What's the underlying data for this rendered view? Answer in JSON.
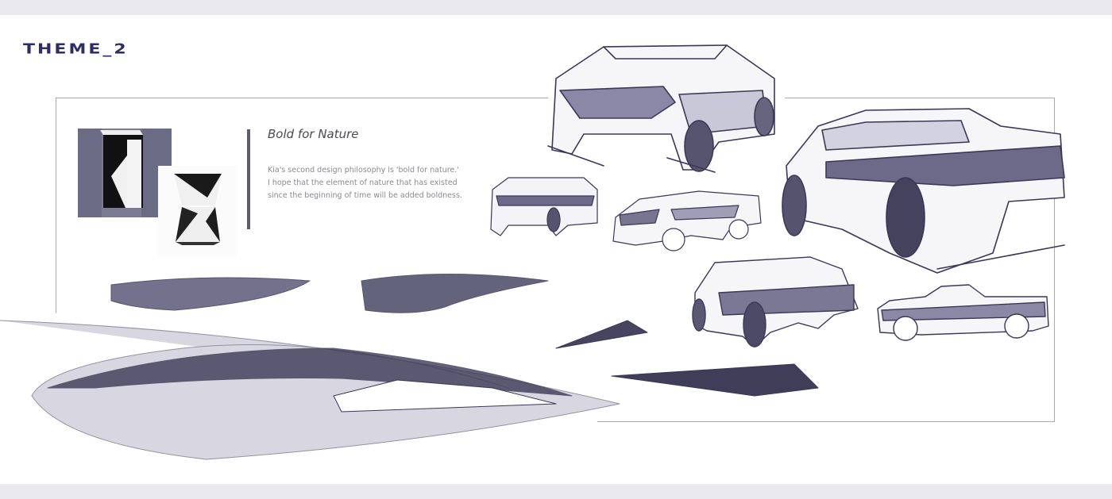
{
  "header": {
    "title": "THEME_2"
  },
  "concept": {
    "subtitle": "Bold for Nature",
    "description": [
      "Kia's second design philosophy is 'bold for nature.'",
      "I hope that the element of nature that has existed",
      "since the beginning of time will be added boldness."
    ]
  },
  "images": [
    {
      "name": "mood-image-k-block",
      "alt": "black and white geometric block sculpture"
    },
    {
      "name": "mood-image-stacked-prisms",
      "alt": "stacked black and white triangular prisms"
    }
  ],
  "sketches": [
    {
      "name": "truck-sketch-front-large"
    },
    {
      "name": "truck-sketch-rear-large"
    },
    {
      "name": "truck-sketch-rear-small"
    },
    {
      "name": "truck-sketch-side-small"
    },
    {
      "name": "truck-sketch-rear-3q"
    },
    {
      "name": "truck-sketch-side-profile"
    },
    {
      "name": "form-sketch-strokes"
    }
  ],
  "colors": {
    "title": "#2b2c68",
    "frame": "#a9a9b0",
    "band": "#e9e9ee",
    "accent_bar": "#5e5b78"
  }
}
